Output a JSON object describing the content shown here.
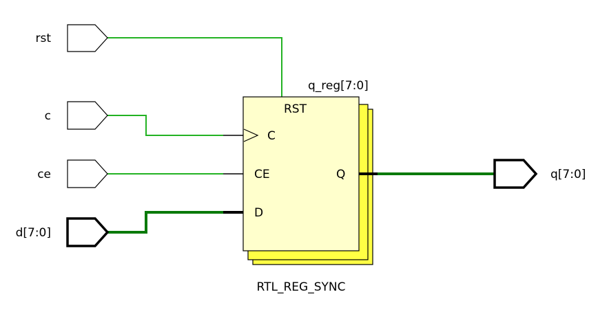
{
  "inputs": {
    "rst": "rst",
    "c": "c",
    "ce": "ce",
    "d": "d[7:0]"
  },
  "outputs": {
    "q": "q[7:0]"
  },
  "cell": {
    "instance_name": "q_reg[7:0]",
    "type_name": "RTL_REG_SYNC",
    "pins": {
      "rst": "RST",
      "c": "C",
      "ce": "CE",
      "d": "D",
      "q": "Q"
    }
  },
  "colors": {
    "wire": "#22b222",
    "bus": "#0a7a0a",
    "cell_fill": "#ffffcc",
    "stack_fill": "#ffff44",
    "outline": "#000000",
    "port_fill": "#ffffff"
  }
}
